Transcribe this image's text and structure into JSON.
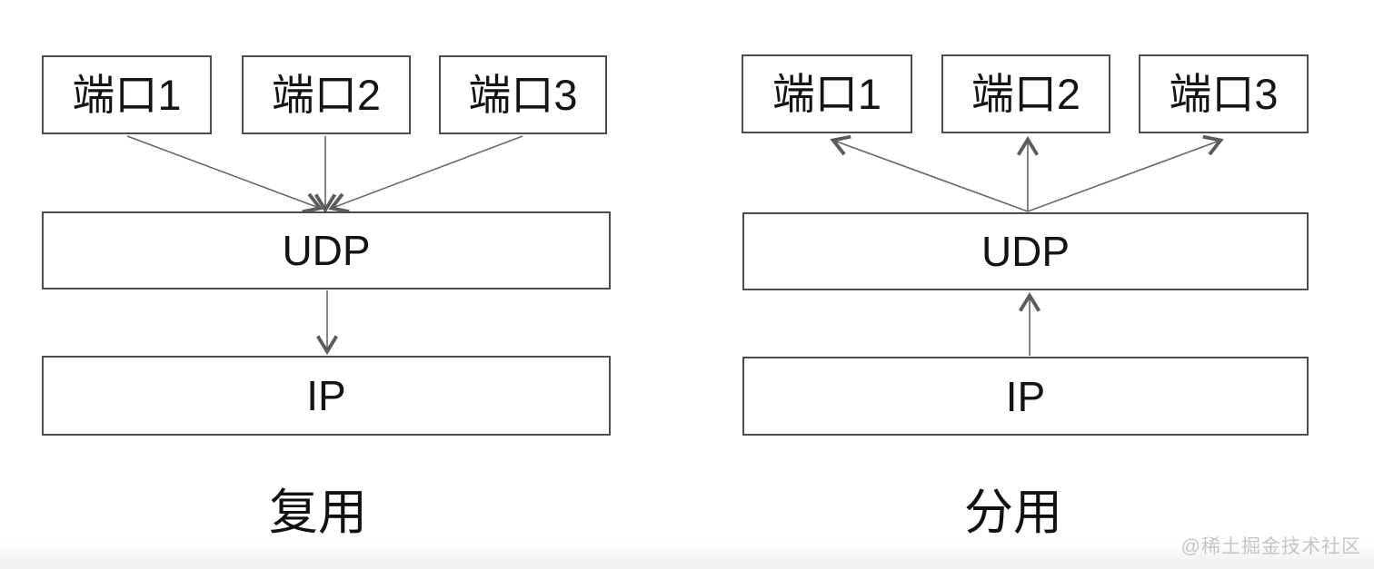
{
  "diagram": {
    "title_semantics": "UDP multiplexing and demultiplexing",
    "left": {
      "ports": [
        {
          "label": "端口1"
        },
        {
          "label": "端口2"
        },
        {
          "label": "端口3"
        }
      ],
      "udp_label": "UDP",
      "ip_label": "IP",
      "caption": "复用",
      "arrow_flow": "ports-to-udp-to-ip"
    },
    "right": {
      "ports": [
        {
          "label": "端口1"
        },
        {
          "label": "端口2"
        },
        {
          "label": "端口3"
        }
      ],
      "udp_label": "UDP",
      "ip_label": "IP",
      "caption": "分用",
      "arrow_flow": "ip-to-udp-to-ports"
    },
    "watermark": "@稀土掘金技术社区",
    "colors": {
      "border": "#4d4d4d",
      "arrow": "#666666",
      "text": "#141414",
      "watermark": "#c5c5c9"
    }
  }
}
